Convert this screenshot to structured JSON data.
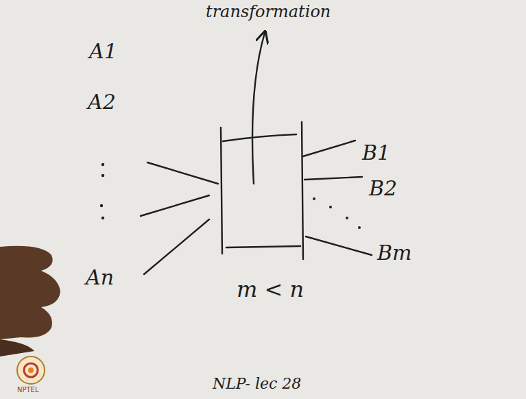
{
  "diagram": {
    "labels": [
      "transformation",
      "A1",
      "A2",
      "An",
      "B1",
      "B2",
      "Bm",
      "m < n",
      "NPTEL",
      "NLP- lec 28"
    ]
  }
}
